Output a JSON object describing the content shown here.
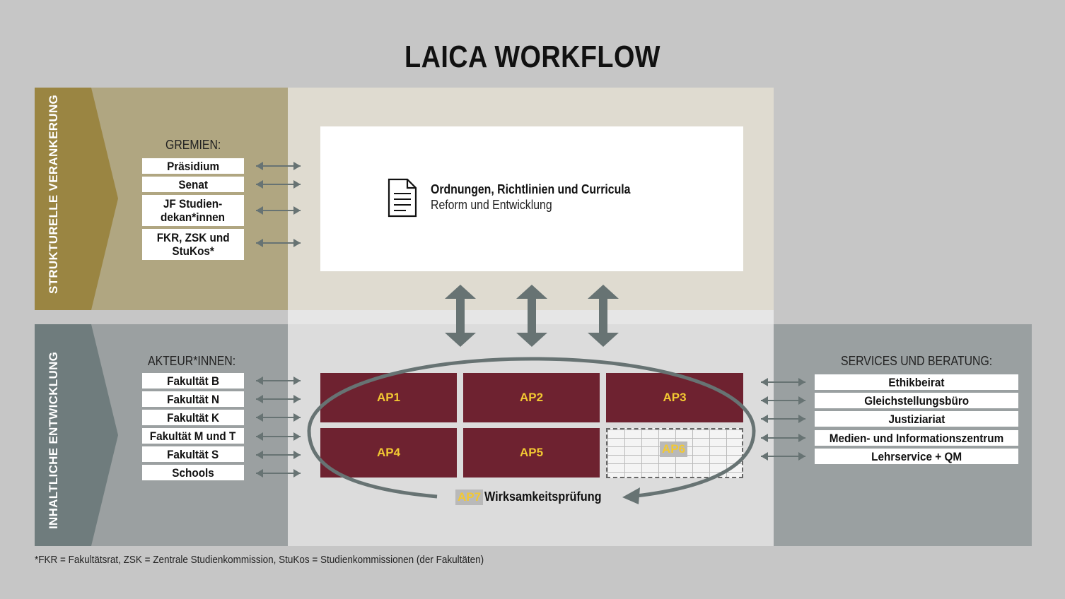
{
  "title": "LAICA WORKFLOW",
  "colors": {
    "background": "#c6c6c6",
    "gold_dark": "#9a8542",
    "gold_panel": "#b0a681",
    "beige_panel": "#dfdbd0",
    "grey_dark": "#6f7c7d",
    "grey_panel": "#9ba0a1",
    "ap_fill": "#6e2230",
    "ap_text": "#f2c832",
    "arrow": "#677373"
  },
  "structural": {
    "vertical_label": "STRUKTURELLE VERANKERUNG",
    "heading": "GREMIEN:",
    "items": [
      "Präsidium",
      "Senat",
      "JF Studien-\ndekan*innen",
      "FKR, ZSK und\nStuKos*"
    ]
  },
  "content": {
    "vertical_label": "INHALTLICHE ENTWICKLUNG",
    "heading": "AKTEUR*INNEN:",
    "items": [
      "Fakultät B",
      "Fakultät N",
      "Fakultät K",
      "Fakultät M und T",
      "Fakultät S",
      "Schools"
    ]
  },
  "documents": {
    "icon": "document-icon",
    "title": "Ordnungen, Richtlinien und Curricula",
    "subtitle": "Reform und Entwicklung"
  },
  "work_packages": [
    "AP1",
    "AP2",
    "AP3",
    "AP4",
    "AP5",
    "AP6"
  ],
  "evaluation": {
    "tag": "AP7",
    "label": "Wirksamkeitsprüfung"
  },
  "services": {
    "heading": "SERVICES UND BERATUNG:",
    "items": [
      "Ethikbeirat",
      "Gleichstellungsbüro",
      "Justiziariat",
      "Medien- und Informationszentrum",
      "Lehrservice + QM"
    ]
  },
  "footnote": "*FKR = Fakultätsrat, ZSK = Zentrale Studienkommission, StuKos = Studienkommissionen (der Fakultäten)"
}
